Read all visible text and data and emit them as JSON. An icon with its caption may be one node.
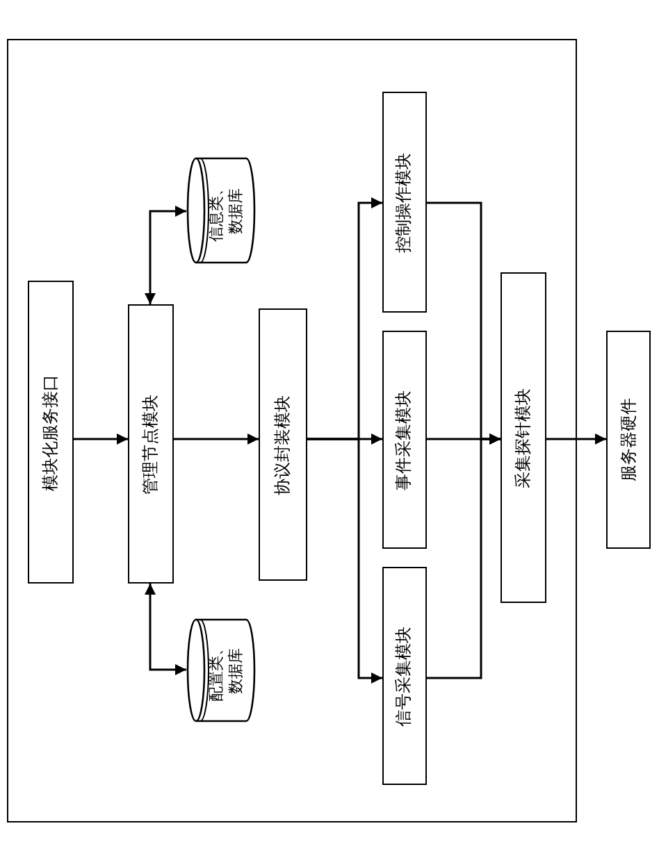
{
  "diagram": {
    "nodes": [
      {
        "text": [],
        "shape": "box"
      },
      {
        "text": [
          "模块化服务接口"
        ],
        "in": 0
      },
      {
        "text": [
          "管理节点模块"
        ],
        "in": 0
      },
      {
        "text": [
          "信息类、数据库"
        ],
        "in": 0
      },
      {
        "text": [
          "配置类、数据库"
        ],
        "in": 0
      },
      {
        "text": [
          "协议封装模块"
        ],
        "in": 0
      },
      {
        "text": [
          "控制操作模块"
        ],
        "in": 0
      },
      {
        "text": [
          "事件采集模块"
        ],
        "in": 0
      },
      {
        "text": [
          "信号采集模块"
        ],
        "in": 0
      },
      {
        "text": [
          "采集探针模块"
        ],
        "in": 0
      },
      {
        "text": [
          "服务器硬件"
        ]
      }
    ],
    "edges": [
      {
        "from": 1,
        "to": 2,
        "arrow": "to"
      },
      {
        "from": 2,
        "to": 3,
        "arrow": "both"
      },
      {
        "from": 2,
        "to": 4,
        "arrow": "both"
      },
      {
        "from": 2,
        "to": 5,
        "arrow": "to"
      },
      {
        "from": 5,
        "to": 6,
        "arrow": "to"
      },
      {
        "from": 5,
        "to": 7,
        "arrow": "to"
      },
      {
        "from": 5,
        "to": 8,
        "arrow": "to"
      },
      {
        "from": 6,
        "to": 9,
        "arrow": "to"
      },
      {
        "from": 7,
        "to": 9,
        "arrow": "to"
      },
      {
        "from": 8,
        "to": 9,
        "arrow": "to"
      },
      {
        "from": 9,
        "to": 10,
        "arrow": "to"
      }
    ]
  }
}
